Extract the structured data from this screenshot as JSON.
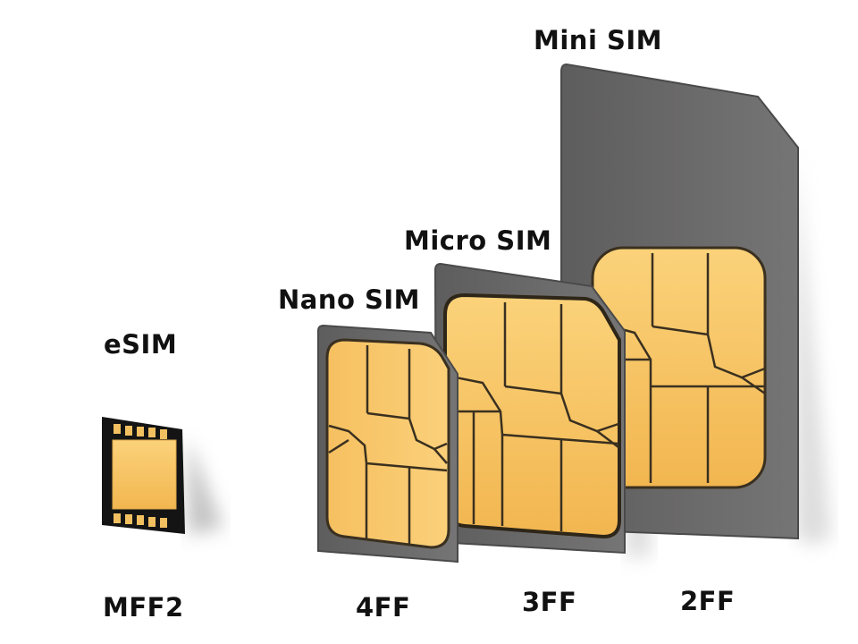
{
  "cards": {
    "mini": {
      "name": "Mini SIM",
      "code": "2FF"
    },
    "micro": {
      "name": "Micro SIM",
      "code": "3FF"
    },
    "nano": {
      "name": "Nano SIM",
      "code": "4FF"
    },
    "esim": {
      "name": "eSIM",
      "code": "MFF2"
    }
  },
  "colors": {
    "card_body": "#6b6a6a",
    "card_edge": "#4a4a4a",
    "contact_gold": "#f7c35e",
    "contact_line": "#3a3020",
    "shadow": "#bdbdbd"
  }
}
